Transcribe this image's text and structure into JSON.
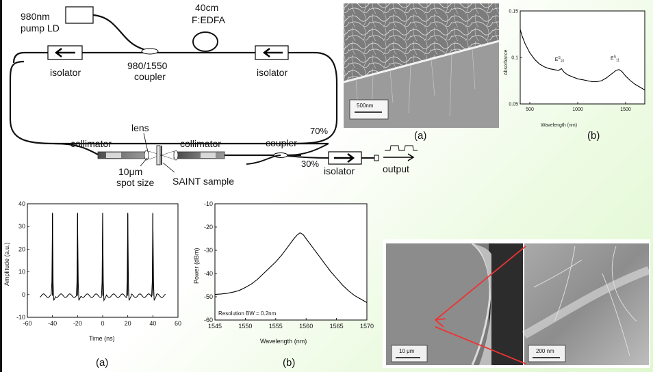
{
  "schematic": {
    "pump_label_1": "980nm",
    "pump_label_2": "pump LD",
    "edfa_label_1": "40cm",
    "edfa_label_2": "F:EDFA",
    "coupler_980_1": "980/1550",
    "coupler_980_2": "coupler",
    "isolator_left": "isolator",
    "isolator_right": "isolator",
    "lens": "lens",
    "collimator_left": "collimator",
    "collimator_right": "collimator",
    "spot_1": "10μm",
    "spot_2": "spot size",
    "sample": "SAINT sample",
    "coupler_out": "coupler",
    "pct_70": "70%",
    "pct_30": "30%",
    "isolator_out": "isolator",
    "output": "output"
  },
  "sem_top": {
    "scale": "500nm",
    "caption": "(a)"
  },
  "absorbance_caption": "(b)",
  "pulse_caption": "(a)",
  "spectrum_caption": "(b)",
  "sem_bottom": {
    "scale_left": "10 μm",
    "scale_right": "200 nm"
  },
  "chart_data": [
    {
      "type": "line",
      "panel": "absorbance",
      "xlabel": "Wavelength (nm)",
      "ylabel": "Absorbance",
      "xlim": [
        400,
        1700
      ],
      "ylim": [
        0.05,
        0.15
      ],
      "xticks": [
        500,
        1000,
        1500
      ],
      "yticks": [
        0.05,
        0.1,
        0.15
      ],
      "ytick_labels": [
        "0.05",
        "0.1",
        "0.15"
      ],
      "annotations": [
        {
          "text": "E",
          "sup": "S",
          "sub": "22",
          "x": 820,
          "y": 0.092
        },
        {
          "text": "E",
          "sup": "S",
          "sub": "11",
          "x": 1400,
          "y": 0.093
        }
      ],
      "x": [
        400,
        420,
        450,
        500,
        550,
        600,
        650,
        700,
        750,
        800,
        830,
        860,
        900,
        950,
        1000,
        1050,
        1100,
        1150,
        1200,
        1250,
        1300,
        1350,
        1400,
        1430,
        1460,
        1500,
        1550,
        1600,
        1650,
        1700
      ],
      "y": [
        0.13,
        0.123,
        0.115,
        0.105,
        0.098,
        0.093,
        0.09,
        0.088,
        0.087,
        0.086,
        0.088,
        0.084,
        0.081,
        0.079,
        0.077,
        0.076,
        0.075,
        0.074,
        0.074,
        0.075,
        0.078,
        0.082,
        0.086,
        0.087,
        0.085,
        0.08,
        0.075,
        0.071,
        0.068,
        0.065
      ]
    },
    {
      "type": "line",
      "panel": "pulse_train",
      "xlabel": "Time (ns)",
      "ylabel": "Amplitude (a.u.)",
      "xlim": [
        -60,
        60
      ],
      "ylim": [
        -10,
        40
      ],
      "xticks": [
        -60,
        -40,
        -20,
        0,
        20,
        40,
        60
      ],
      "yticks": [
        -10,
        0,
        10,
        20,
        30,
        40
      ],
      "trace_range": [
        -50,
        50
      ],
      "pulse_positions": [
        -40,
        -20,
        0,
        20,
        40
      ],
      "pulse_peak": 36,
      "baseline": -0.5
    },
    {
      "type": "line",
      "panel": "spectrum",
      "xlabel": "Wavelength (nm)",
      "ylabel": "Power (dBm)",
      "xlim": [
        1545,
        1570
      ],
      "ylim": [
        -60,
        -10
      ],
      "xticks": [
        1545,
        1550,
        1555,
        1560,
        1565,
        1570
      ],
      "yticks": [
        -60,
        -50,
        -40,
        -30,
        -20,
        -10
      ],
      "annotation": "Resolution BW = 0.2nm",
      "x": [
        1545,
        1546,
        1547,
        1548,
        1549,
        1550,
        1551,
        1552,
        1553,
        1554,
        1555,
        1556,
        1557,
        1558,
        1558.5,
        1559,
        1559.5,
        1560,
        1561,
        1562,
        1563,
        1564,
        1565,
        1566,
        1567,
        1568,
        1569,
        1570
      ],
      "y": [
        -49,
        -48.8,
        -48.5,
        -48,
        -47.3,
        -46,
        -44.5,
        -42.5,
        -40,
        -37.5,
        -35,
        -32,
        -28.5,
        -25,
        -23.5,
        -22.5,
        -23.2,
        -25,
        -28.5,
        -32,
        -35.5,
        -39,
        -42,
        -45,
        -47.5,
        -49.5,
        -51,
        -52.5
      ]
    }
  ]
}
